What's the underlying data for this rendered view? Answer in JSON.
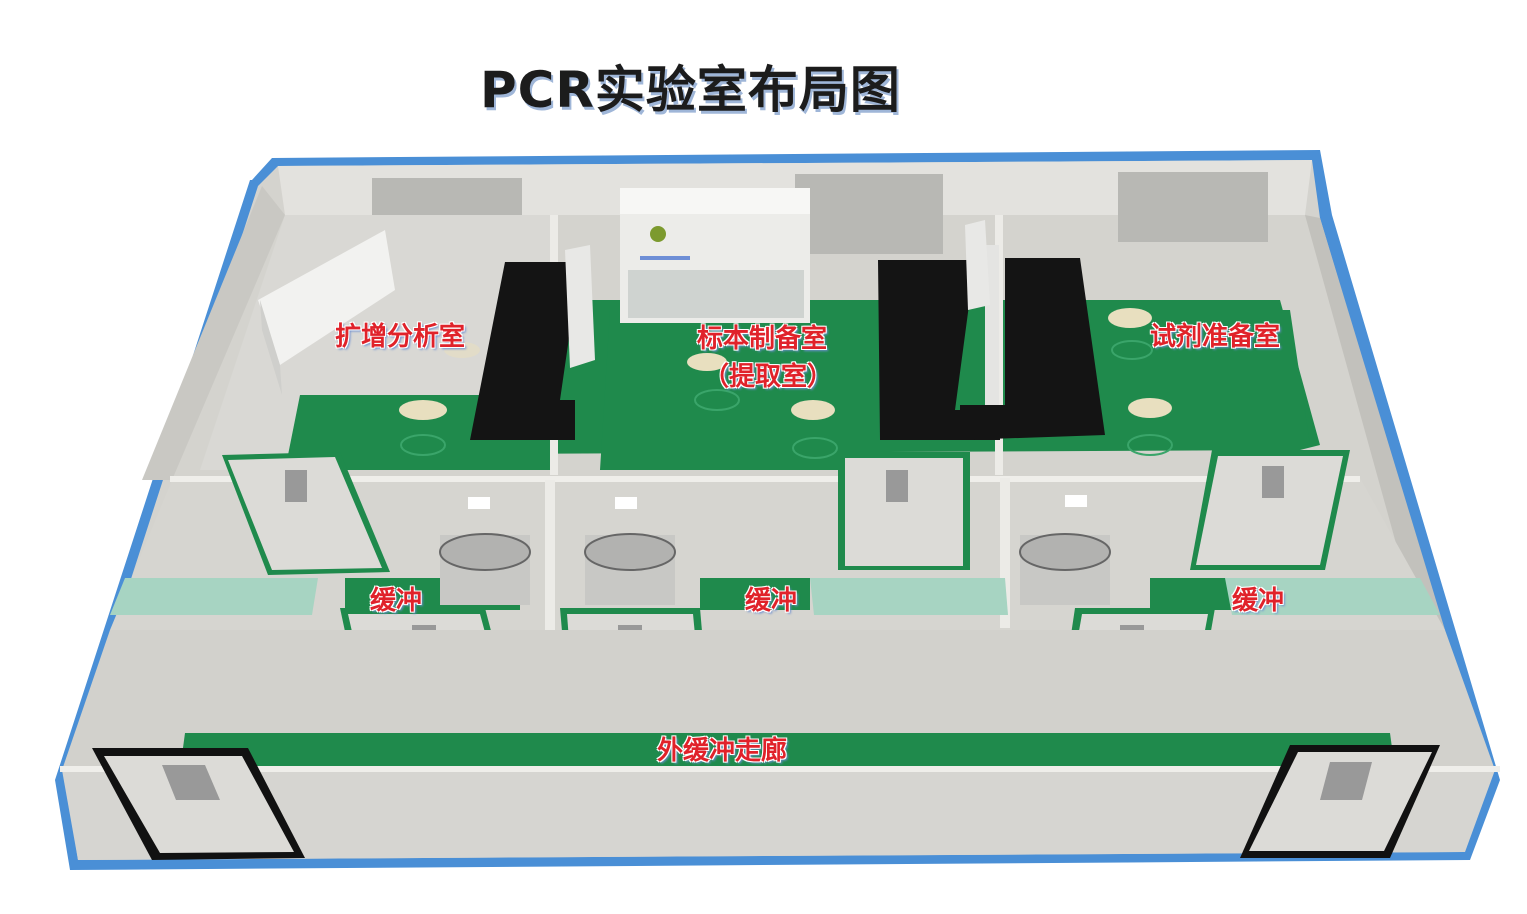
{
  "title": "PCR实验室布局图",
  "colors": {
    "outline": "#4a8fd6",
    "wall": "#d4d3ce",
    "wall_top": "#e6e5e1",
    "floor_green": "#1f8a4c",
    "floor_dark_green": "#177040",
    "bench_black": "#141414",
    "buffer_panel": "#a7d4c2",
    "label_red": "#e0222a"
  },
  "rooms": [
    {
      "id": "amplification",
      "label": "扩增分析室"
    },
    {
      "id": "sample_prep",
      "label": "标本制备室",
      "sublabel": "（提取室）"
    },
    {
      "id": "reagent_prep",
      "label": "试剂准备室"
    }
  ],
  "buffers": [
    {
      "id": "buffer_1",
      "label": "缓冲"
    },
    {
      "id": "buffer_2",
      "label": "缓冲"
    },
    {
      "id": "buffer_3",
      "label": "缓冲"
    }
  ],
  "corridor": {
    "label": "外缓冲走廊"
  },
  "fixtures": {
    "biosafety_cabinet": "biosafety-cabinet",
    "sinks": 3,
    "stools": 6,
    "benches": 4,
    "doors": 8
  }
}
